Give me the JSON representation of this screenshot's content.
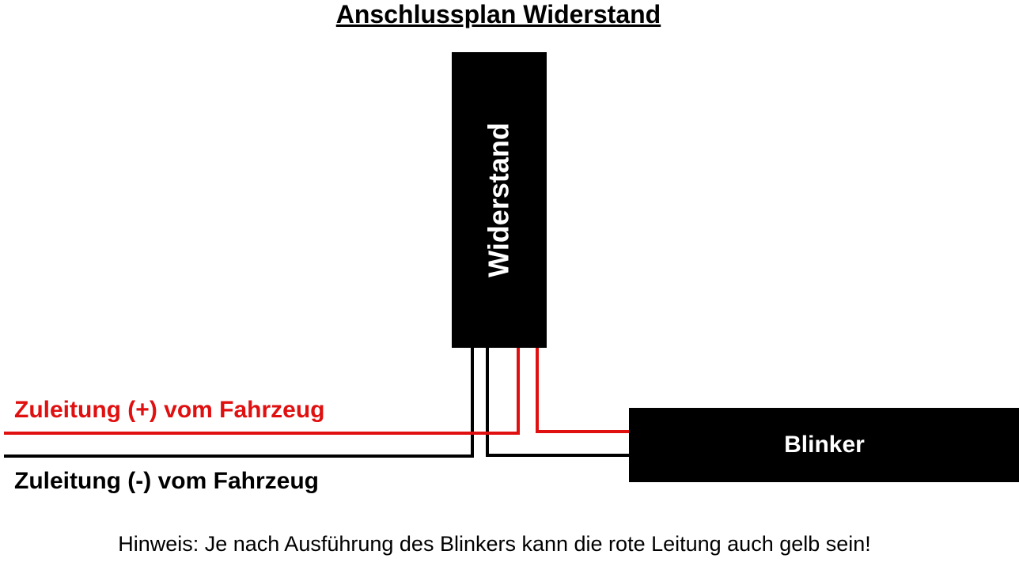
{
  "title": "Anschlussplan Widerstand",
  "resistor": {
    "label": "Widerstand"
  },
  "blinker": {
    "label": "Blinker"
  },
  "wires": {
    "plus_label": "Zuleitung (+) vom Fahrzeug",
    "minus_label": "Zuleitung (-) vom Fahrzeug"
  },
  "note": "Hinweis: Je nach Ausführung des Blinkers kann die rote Leitung auch gelb sein!",
  "colors": {
    "positive_wire": "#e01010",
    "negative_wire": "#000000",
    "component_fill": "#000000",
    "component_text": "#ffffff"
  }
}
